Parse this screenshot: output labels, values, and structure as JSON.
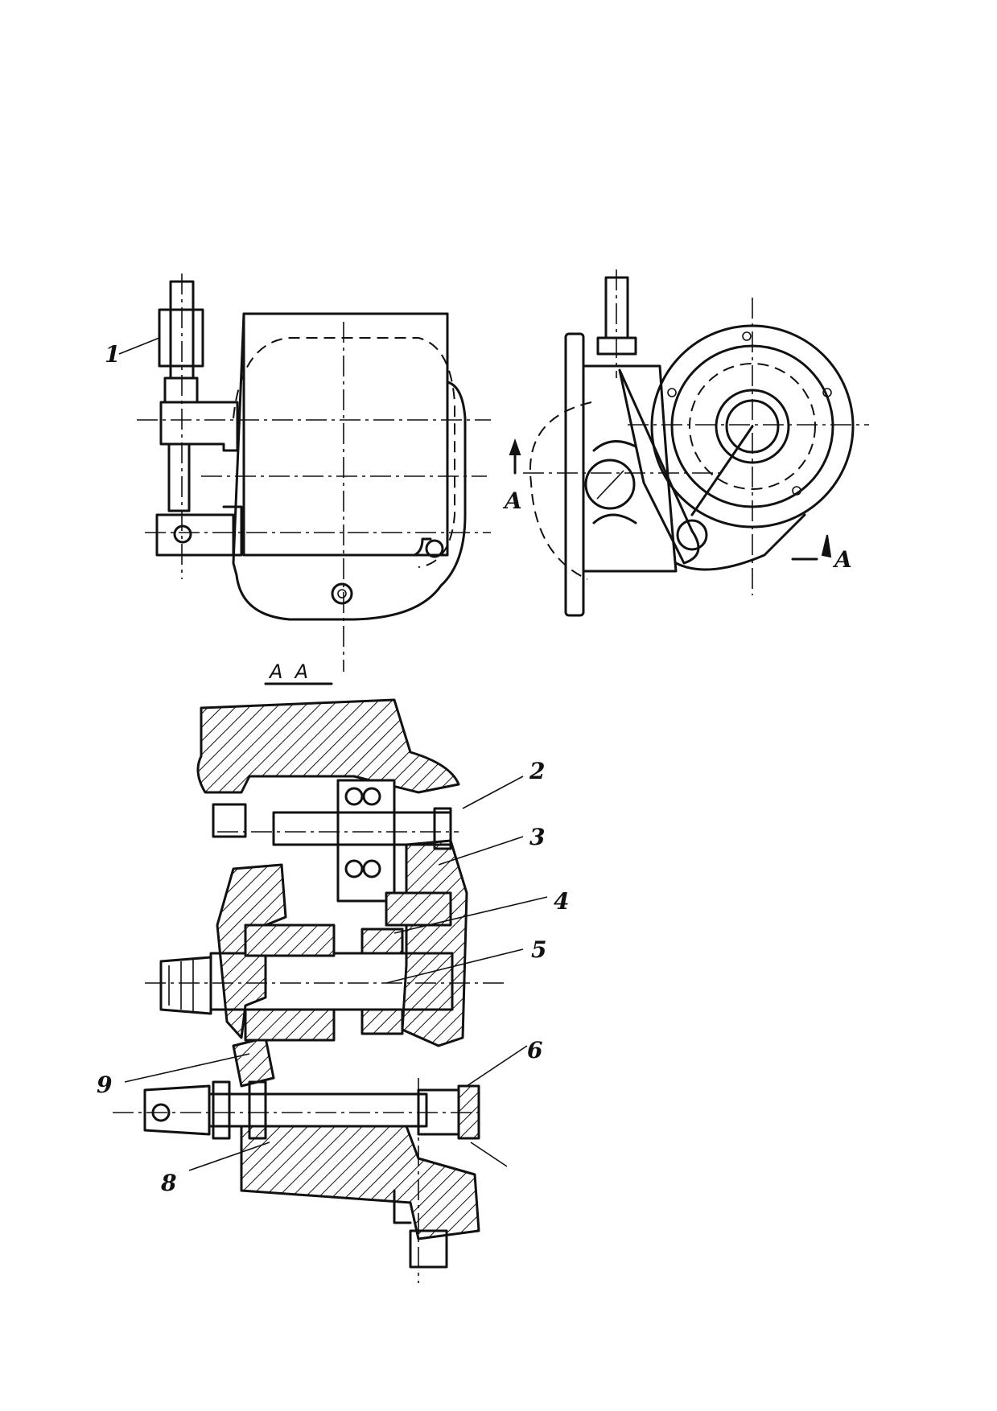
{
  "section_label": "A  A",
  "view_marks": [
    "A",
    "A"
  ],
  "callouts": [
    {
      "id": "1",
      "text": "1"
    },
    {
      "id": "2",
      "text": "2"
    },
    {
      "id": "3",
      "text": "3"
    },
    {
      "id": "4",
      "text": "4"
    },
    {
      "id": "5",
      "text": "5"
    },
    {
      "id": "6",
      "text": "6"
    },
    {
      "id": "8",
      "text": "8"
    },
    {
      "id": "9",
      "text": "9"
    }
  ]
}
